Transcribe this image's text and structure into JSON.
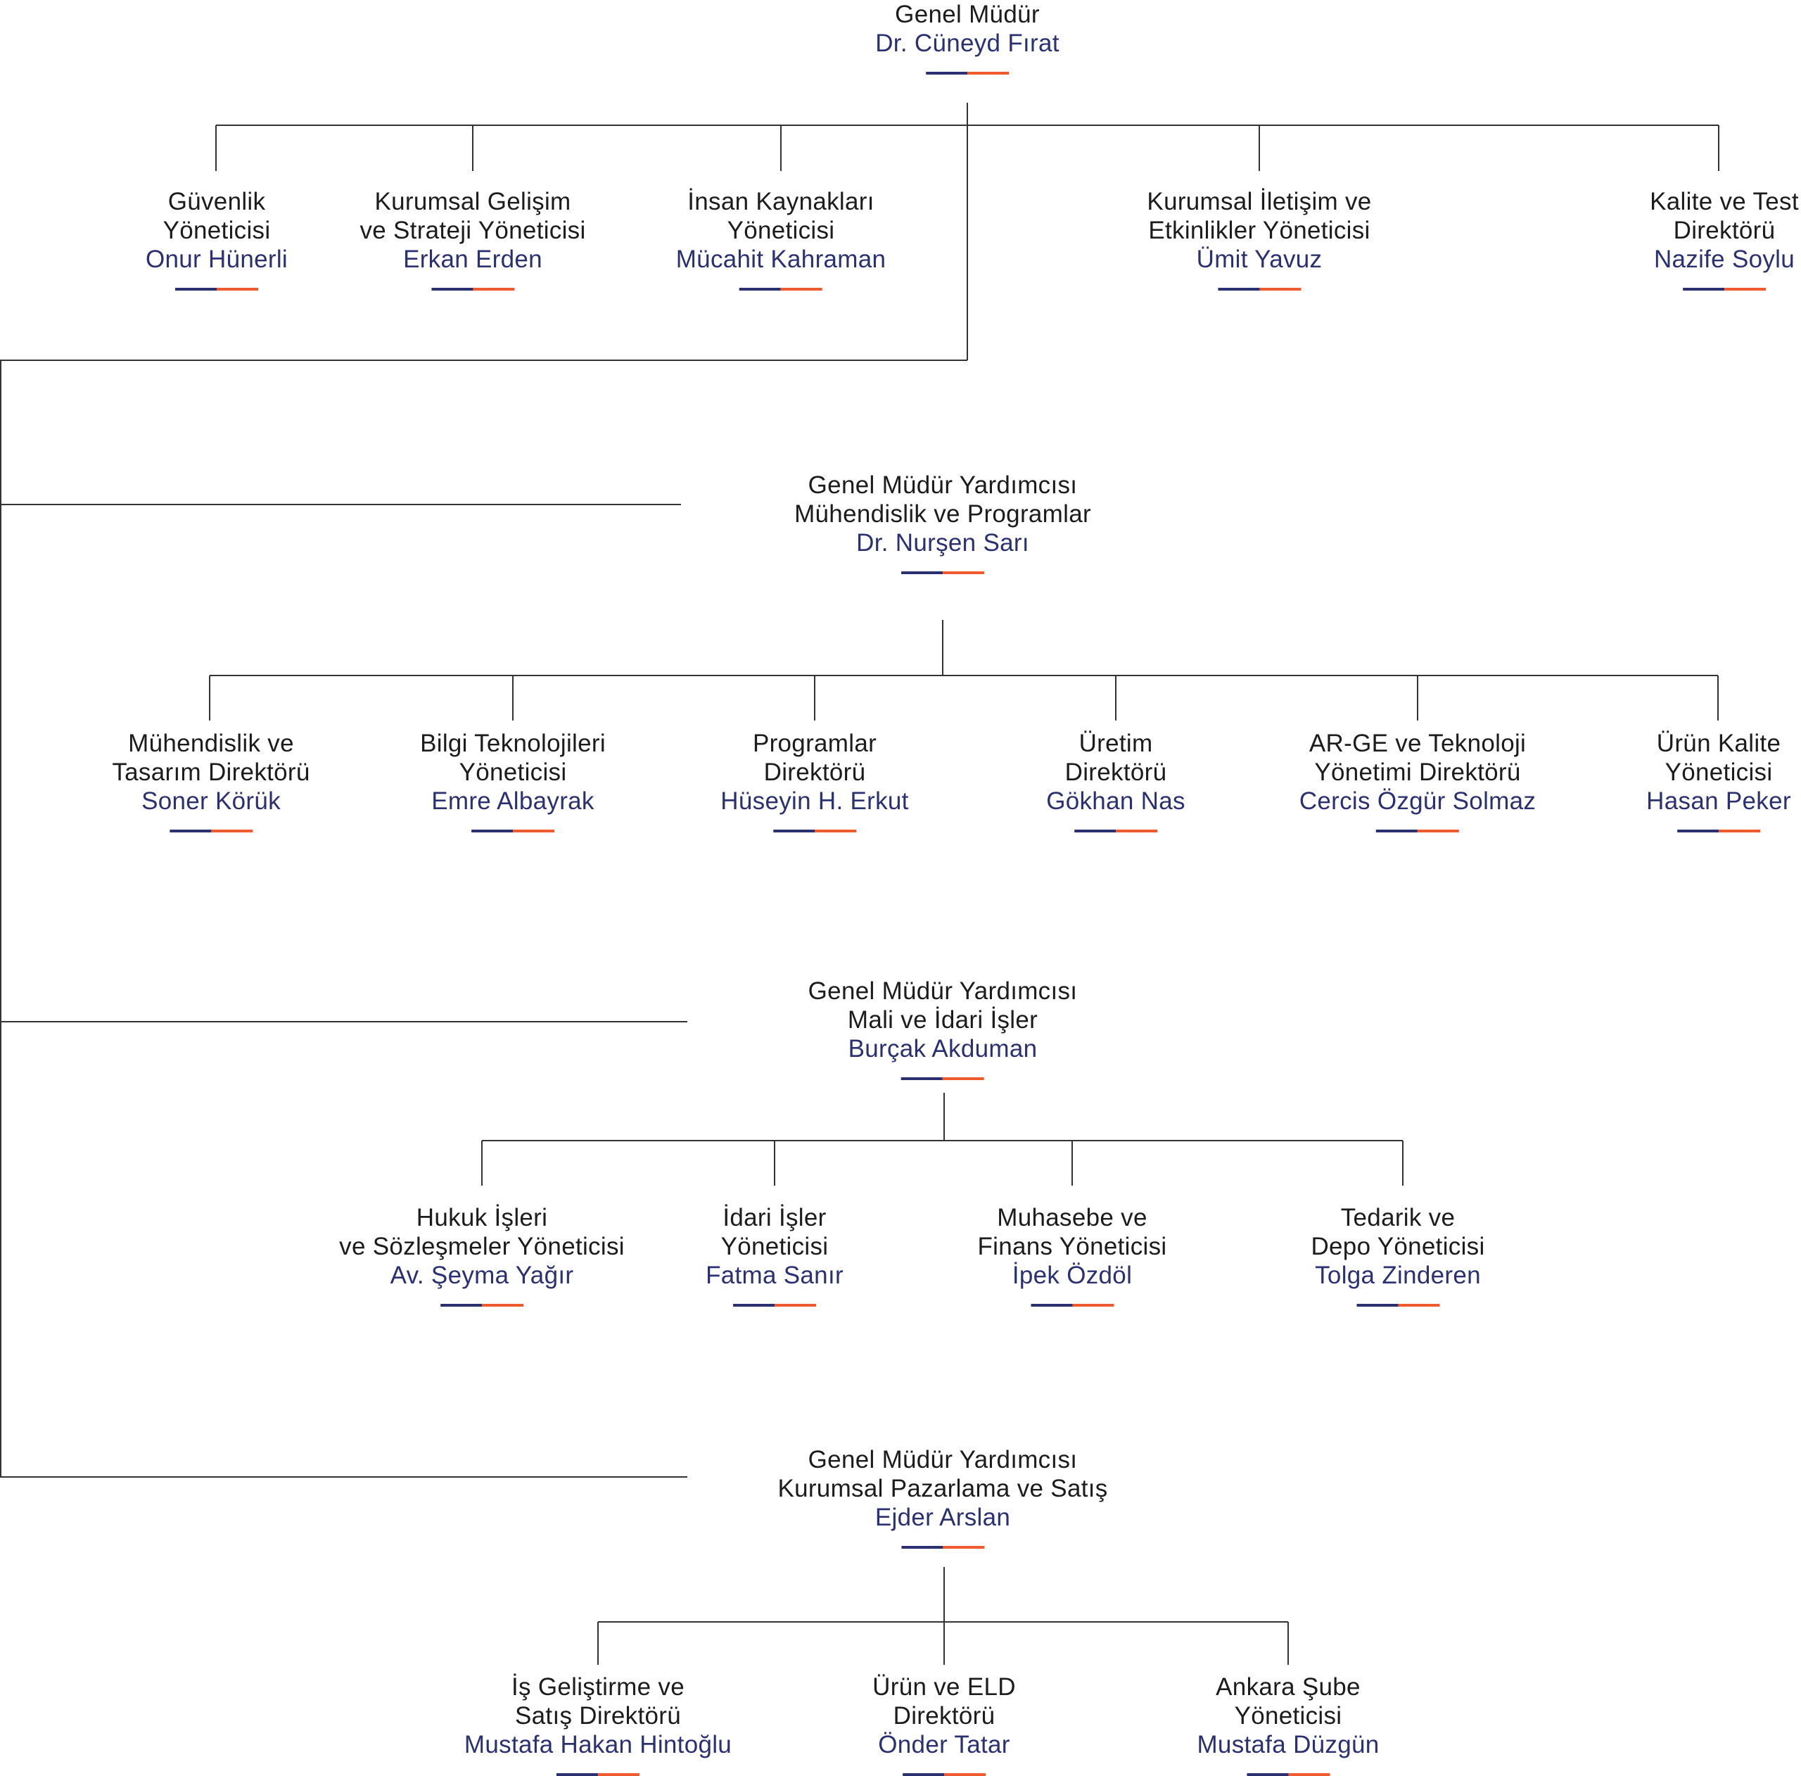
{
  "colors": {
    "title": "#1c1c1c",
    "name": "#2b3170",
    "accent_navy": "#2b3170",
    "accent_orange": "#ef5a2f",
    "line": "#333333"
  },
  "top": {
    "title": [
      "Genel Müdür"
    ],
    "name": "Dr. Cüneyd Fırat"
  },
  "top_reports": [
    {
      "title": [
        "Güvenlik",
        "Yöneticisi"
      ],
      "name": "Onur Hünerli"
    },
    {
      "title": [
        "Kurumsal Gelişim",
        "ve Strateji Yöneticisi"
      ],
      "name": "Erkan Erden"
    },
    {
      "title": [
        "İnsan Kaynakları",
        "Yöneticisi"
      ],
      "name": "Mücahit Kahraman"
    },
    {
      "title": [
        "Kurumsal İletişim ve",
        "Etkinlikler Yöneticisi"
      ],
      "name": "Ümit Yavuz"
    },
    {
      "title": [
        "Kalite ve Test",
        "Direktörü"
      ],
      "name": "Nazife Soylu"
    }
  ],
  "divisions": [
    {
      "head": {
        "title": [
          "Genel Müdür Yardımcısı",
          "Mühendislik ve Programlar"
        ],
        "name": "Dr. Nurşen Sarı"
      },
      "reports": [
        {
          "title": [
            "Mühendislik ve",
            "Tasarım Direktörü"
          ],
          "name": "Soner Körük"
        },
        {
          "title": [
            "Bilgi Teknolojileri",
            "Yöneticisi"
          ],
          "name": "Emre Albayrak"
        },
        {
          "title": [
            "Programlar",
            "Direktörü"
          ],
          "name": "Hüseyin H. Erkut"
        },
        {
          "title": [
            "Üretim",
            "Direktörü"
          ],
          "name": "Gökhan Nas"
        },
        {
          "title": [
            "AR-GE ve Teknoloji",
            "Yönetimi Direktörü"
          ],
          "name": "Cercis Özgür Solmaz"
        },
        {
          "title": [
            "Ürün Kalite",
            "Yöneticisi"
          ],
          "name": "Hasan Peker"
        }
      ]
    },
    {
      "head": {
        "title": [
          "Genel Müdür Yardımcısı",
          "Mali ve İdari İşler"
        ],
        "name": "Burçak Akduman"
      },
      "reports": [
        {
          "title": [
            "Hukuk İşleri",
            "ve Sözleşmeler Yöneticisi"
          ],
          "name": "Av. Şeyma Yağır"
        },
        {
          "title": [
            "İdari İşler",
            "Yöneticisi"
          ],
          "name": "Fatma Sanır"
        },
        {
          "title": [
            "Muhasebe ve",
            "Finans Yöneticisi"
          ],
          "name": "İpek Özdöl"
        },
        {
          "title": [
            "Tedarik ve",
            "Depo Yöneticisi"
          ],
          "name": "Tolga Zinderen"
        }
      ]
    },
    {
      "head": {
        "title": [
          "Genel Müdür Yardımcısı",
          "Kurumsal Pazarlama ve Satış"
        ],
        "name": "Ejder Arslan"
      },
      "reports": [
        {
          "title": [
            "İş Geliştirme ve",
            "Satış Direktörü"
          ],
          "name": "Mustafa Hakan Hintoğlu"
        },
        {
          "title": [
            "Ürün ve ELD",
            "Direktörü"
          ],
          "name": "Önder Tatar"
        },
        {
          "title": [
            "Ankara Şube",
            "Yöneticisi"
          ],
          "name": "Mustafa Düzgün"
        }
      ]
    }
  ]
}
